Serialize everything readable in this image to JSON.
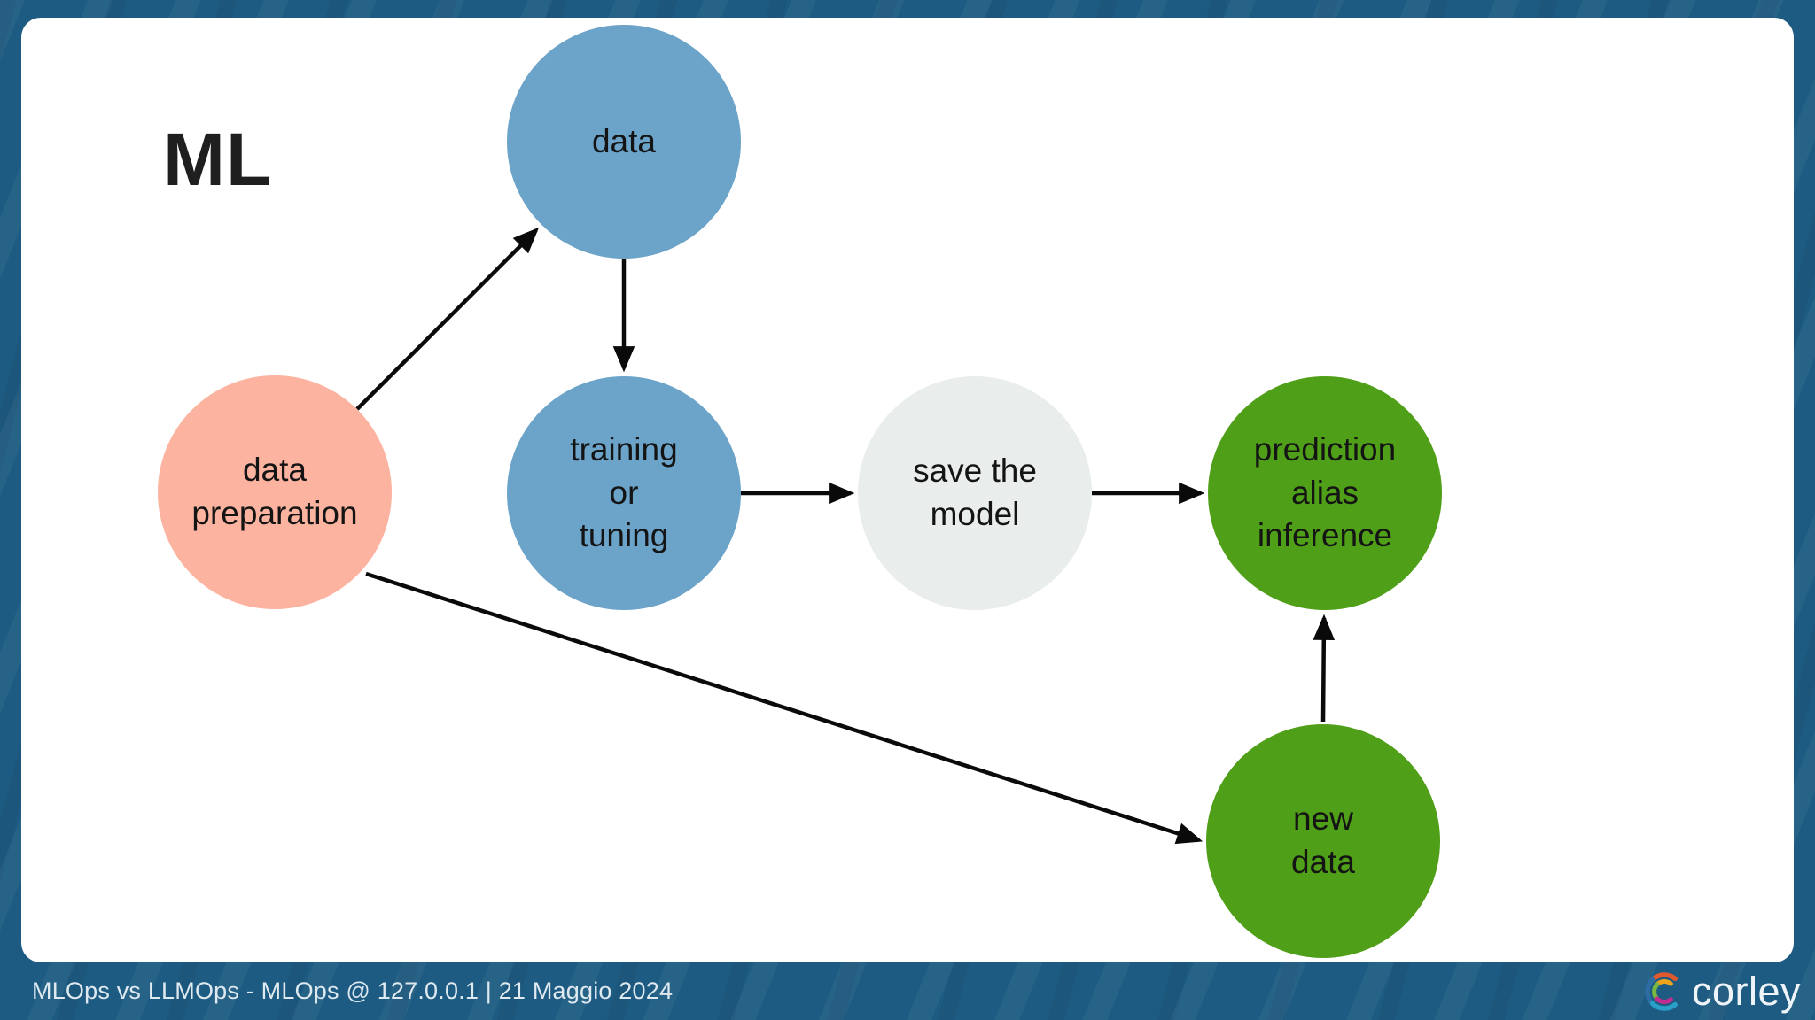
{
  "frame": {
    "background_color": "#1d5b82"
  },
  "slide": {
    "title": "ML",
    "background_color": "#ffffff"
  },
  "diagram": {
    "nodes": [
      {
        "id": "data",
        "label": "data",
        "color": "#6ba3c9"
      },
      {
        "id": "data-preparation",
        "label": "data\npreparation",
        "color": "#fcb3a0"
      },
      {
        "id": "training-or-tuning",
        "label": "training\nor\ntuning",
        "color": "#6ba3c9"
      },
      {
        "id": "save-the-model",
        "label": "save the\nmodel",
        "color": "#e9edec"
      },
      {
        "id": "prediction-alias-inference",
        "label": "prediction\nalias\ninference",
        "color": "#4f9f18"
      },
      {
        "id": "new-data",
        "label": "new\ndata",
        "color": "#4f9f18"
      }
    ],
    "edges": [
      {
        "from": "data-preparation",
        "to": "data"
      },
      {
        "from": "data",
        "to": "training-or-tuning"
      },
      {
        "from": "training-or-tuning",
        "to": "save-the-model"
      },
      {
        "from": "save-the-model",
        "to": "prediction-alias-inference"
      },
      {
        "from": "data-preparation",
        "to": "new-data"
      },
      {
        "from": "new-data",
        "to": "prediction-alias-inference"
      }
    ],
    "edge_color": "#0a0a0a"
  },
  "footer": {
    "text": "MLOps vs LLMOps - MLOps @ 127.0.0.1 | 21 Maggio 2024",
    "text_color": "#dfe9f0"
  },
  "logo": {
    "text": "corley"
  }
}
